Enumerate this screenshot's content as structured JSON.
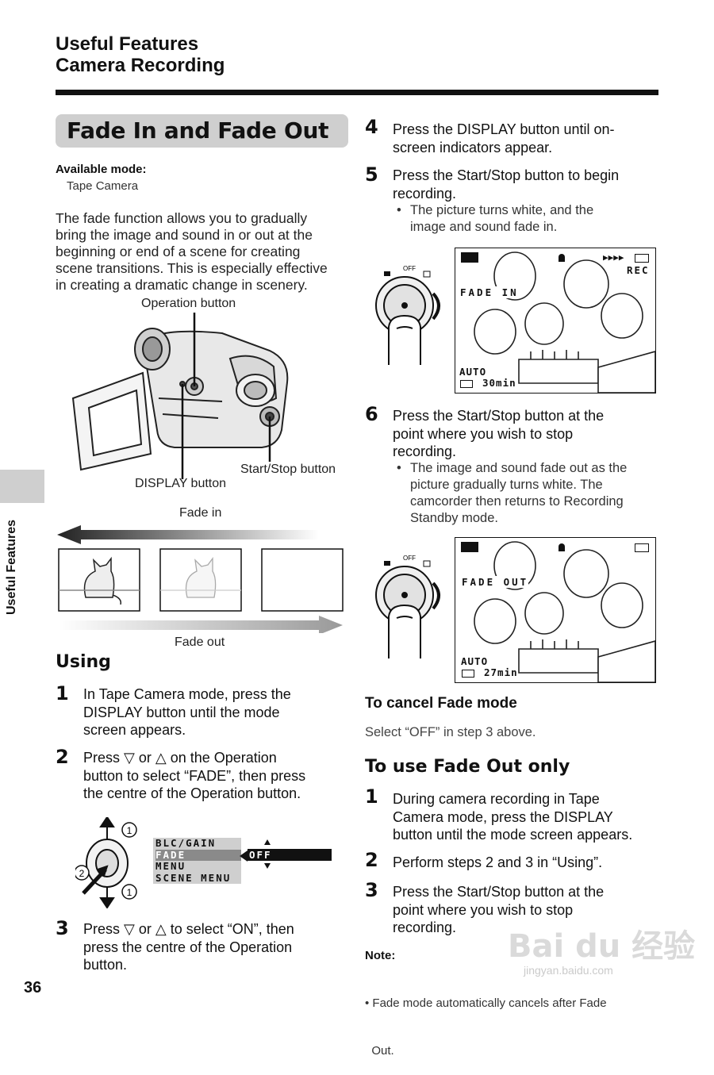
{
  "header": {
    "line1": "Useful Features",
    "line2": "Camera Recording"
  },
  "section": {
    "title": "Fade In and Fade Out"
  },
  "available": {
    "label": "Available mode:",
    "value": "Tape Camera"
  },
  "intro": [
    "The fade function allows you to gradually",
    "bring the image and sound in or out at the",
    "beginning or end of a scene for creating",
    "scene transitions. This is especially effective",
    "in creating a dramatic change in scenery."
  ],
  "callouts": {
    "operation": "Operation button",
    "display": "DISPLAY button",
    "startstop": "Start/Stop button"
  },
  "fade": {
    "in": "Fade in",
    "out": "Fade out"
  },
  "using": {
    "title": "Using",
    "s1": {
      "num": "1",
      "lines": [
        "In Tape Camera mode, press the",
        "DISPLAY button until the mode",
        "screen appears."
      ]
    },
    "s2": {
      "num": "2",
      "lines": [
        "Press ▽ or △ on the Operation",
        "button to select “FADE”, then press",
        "the centre of the Operation button."
      ]
    },
    "s3": {
      "num": "3",
      "lines": [
        "Press ▽ or △ to select “ON”, then",
        "press the centre of the Operation",
        "button."
      ]
    }
  },
  "menu": {
    "items": [
      "BLC/GAIN",
      "FADE",
      "MENU",
      "SCENE MENU"
    ],
    "value": "OFF",
    "marker1": "1",
    "marker2": "2"
  },
  "right": {
    "s4": {
      "num": "4",
      "lines": [
        "Press the DISPLAY button until on-",
        "screen indicators appear."
      ]
    },
    "s5": {
      "num": "5",
      "lines": [
        "Press the Start/Stop button to begin",
        "recording."
      ],
      "bullet": [
        "The picture turns white, and the",
        "image and sound fade in."
      ]
    },
    "s6": {
      "num": "6",
      "lines": [
        "Press the Start/Stop button at the",
        "point where you wish to stop",
        "recording."
      ],
      "bullet": [
        "The image and sound fade out as the",
        "picture gradually turns white. The",
        "camcorder then returns to Recording",
        "Standby mode."
      ]
    }
  },
  "screen1": {
    "fade": "FADE  IN",
    "rec": "REC",
    "auto": "AUTO",
    "time": "30min"
  },
  "screen2": {
    "fade": "FADE  OUT",
    "auto": "AUTO",
    "time": "27min"
  },
  "dial": {
    "off": "OFF"
  },
  "cancel": {
    "title": "To cancel Fade mode",
    "text": "Select “OFF” in step 3 above."
  },
  "fadeout_only": {
    "title": "To use Fade Out only",
    "s1": {
      "num": "1",
      "lines": [
        "During camera recording in Tape",
        "Camera mode, press the DISPLAY",
        "button until the mode screen appears."
      ]
    },
    "s2": {
      "num": "2",
      "lines": [
        "Perform steps 2 and 3 in “Using”."
      ]
    },
    "s3": {
      "num": "3",
      "lines": [
        "Press the Start/Stop button at the",
        "point where you wish to stop",
        "recording."
      ]
    }
  },
  "note": {
    "label": "Note:",
    "lines": [
      "• Fade mode automatically cancels after Fade",
      "  Out."
    ]
  },
  "side": {
    "tab": "Useful Features"
  },
  "page": {
    "number": "36"
  },
  "watermark": {
    "brand": "Bai du 经验",
    "url": "jingyan.baidu.com"
  }
}
